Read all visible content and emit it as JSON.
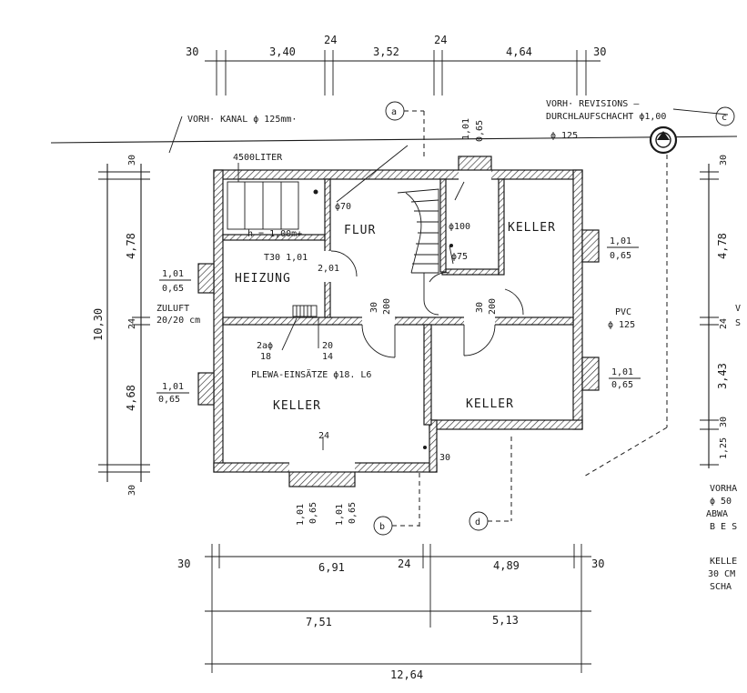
{
  "dims_top": {
    "d1": "30",
    "d2": "3,40",
    "d3": "24",
    "d4": "3,52",
    "d5": "24",
    "d6": "4,64",
    "d7": "30"
  },
  "dims_bottom": {
    "r1_a": "30",
    "r1_b": "6,91",
    "r1_c": "24",
    "r1_d": "4,89",
    "r1_e": "30",
    "r2_a": "7,51",
    "r2_b": "5,13",
    "r3": "12,64"
  },
  "dims_left": {
    "a": "30",
    "b": "4,78",
    "c": "24",
    "d": "4,68",
    "e": "30",
    "total": "10,30"
  },
  "dims_right": {
    "a": "30",
    "b": "4,78",
    "c": "24",
    "d": "3,43",
    "e": "30",
    "f": "1,25"
  },
  "rooms": {
    "flur": "FLUR",
    "heizung": "HEIZUNG",
    "keller_ne": "KELLER",
    "keller_sw": "KELLER",
    "keller_se": "KELLER"
  },
  "notes": {
    "kanal": "VORH· KANAL ϕ 125mm·",
    "revision_1": "VORH· REVISIONS –",
    "revision_2": "DURCHLAUFSCHACHT ϕ1,00",
    "revision_3": "ϕ 125",
    "tank": "4500LITER",
    "tank_h": "h = 1,00m+",
    "phi70": "ϕ70",
    "phi100": "ϕ100",
    "phi75": "ϕ75",
    "t30_1": "T30 1,01",
    "t30_2": "2,01",
    "zuluft_1": "ZULUFT",
    "zuluft_2": "20/20 cm",
    "plewa": "PLEWA-EINSÄTZE ϕ18. L6",
    "phi_2a": "2aϕ",
    "n18": "18",
    "n20": "20",
    "n14": "14",
    "pvc_1": "PVC",
    "pvc_2": "ϕ 125",
    "n24": "24",
    "n30s": "30",
    "door1": "30",
    "door1b": "200",
    "door2": "30",
    "door2b": "200",
    "win_w1": "1,01",
    "win_w1b": "0,65",
    "win_w2": "1,01",
    "win_w2b": "0,65",
    "win_e1": "1,01",
    "win_e1b": "0,65",
    "win_e2": "1,01",
    "win_e2b": "0,65",
    "win_n": "1,01",
    "win_nb": "0,65",
    "win_s1": "1,01",
    "win_s1b": "0,65",
    "win_s2": "1,01",
    "win_s2b": "0,65",
    "side_1": "V",
    "side_2": "S",
    "r_vorha": "VORHA",
    "r_50": "ϕ 50",
    "r_abwa": "ABWA",
    "r_bes": "B E S",
    "r_kelle": "KELLE",
    "r_30cm": "30 CM",
    "r_scha": "SCHA"
  },
  "markers": {
    "a": "a",
    "b": "b",
    "c": "c",
    "d": "d"
  }
}
